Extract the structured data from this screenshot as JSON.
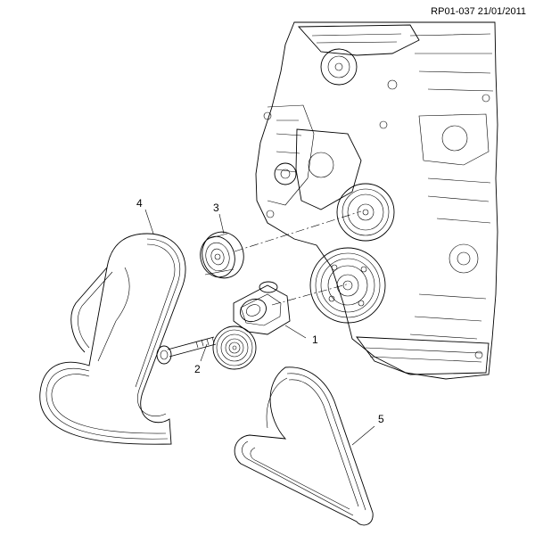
{
  "reference": "RP01-037 21/01/2011",
  "callouts": {
    "c1": "1",
    "c2": "2",
    "c3": "3",
    "c4": "4",
    "c5": "5"
  }
}
